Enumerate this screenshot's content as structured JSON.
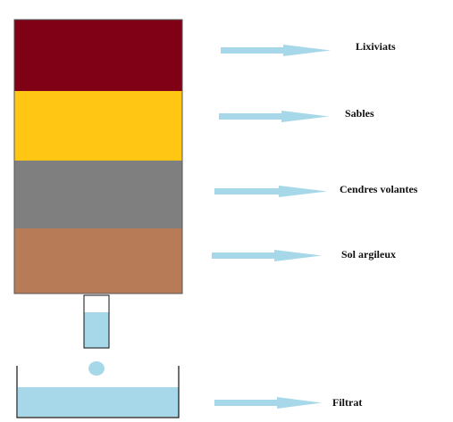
{
  "layers": [
    {
      "label": "Lixiviats",
      "color": "#800016"
    },
    {
      "label": "Sables",
      "color": "#ffc614"
    },
    {
      "label": "Cendres volantes",
      "color": "#7f7f7f"
    },
    {
      "label": "Sol argileux",
      "color": "#b77b57"
    }
  ],
  "collector": {
    "label": "Filtrat",
    "fluid_color": "#a6d8ea"
  },
  "arrow_color": "#a6d8ea",
  "column_border_color": "#555555"
}
